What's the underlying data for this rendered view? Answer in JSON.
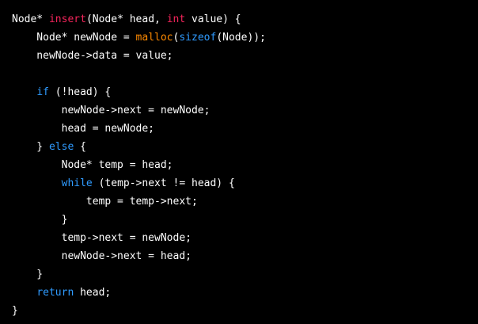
{
  "colors": {
    "background": "#000000",
    "plain": "#ffffff",
    "function_name": "#f2245a",
    "type_keyword": "#f2245a",
    "call": "#ff8a00",
    "keyword": "#2f9bff"
  },
  "lines": [
    [
      {
        "t": "plain",
        "v": "Node* "
      },
      {
        "t": "func",
        "v": "insert"
      },
      {
        "t": "plain",
        "v": "(Node* head, "
      },
      {
        "t": "type",
        "v": "int"
      },
      {
        "t": "plain",
        "v": " value) {"
      }
    ],
    [
      {
        "t": "plain",
        "v": "    Node* newNode = "
      },
      {
        "t": "call",
        "v": "malloc"
      },
      {
        "t": "plain",
        "v": "("
      },
      {
        "t": "kw",
        "v": "sizeof"
      },
      {
        "t": "plain",
        "v": "(Node));"
      }
    ],
    [
      {
        "t": "plain",
        "v": "    newNode->data = value;"
      }
    ],
    [],
    [
      {
        "t": "plain",
        "v": "    "
      },
      {
        "t": "kw",
        "v": "if"
      },
      {
        "t": "plain",
        "v": " (!head) {"
      }
    ],
    [
      {
        "t": "plain",
        "v": "        newNode->next = newNode;"
      }
    ],
    [
      {
        "t": "plain",
        "v": "        head = newNode;"
      }
    ],
    [
      {
        "t": "plain",
        "v": "    } "
      },
      {
        "t": "kw",
        "v": "else"
      },
      {
        "t": "plain",
        "v": " {"
      }
    ],
    [
      {
        "t": "plain",
        "v": "        Node* temp = head;"
      }
    ],
    [
      {
        "t": "plain",
        "v": "        "
      },
      {
        "t": "kw",
        "v": "while"
      },
      {
        "t": "plain",
        "v": " (temp->next != head) {"
      }
    ],
    [
      {
        "t": "plain",
        "v": "            temp = temp->next;"
      }
    ],
    [
      {
        "t": "plain",
        "v": "        }"
      }
    ],
    [
      {
        "t": "plain",
        "v": "        temp->next = newNode;"
      }
    ],
    [
      {
        "t": "plain",
        "v": "        newNode->next = head;"
      }
    ],
    [
      {
        "t": "plain",
        "v": "    }"
      }
    ],
    [
      {
        "t": "plain",
        "v": "    "
      },
      {
        "t": "kw",
        "v": "return"
      },
      {
        "t": "plain",
        "v": " head;"
      }
    ],
    [
      {
        "t": "plain",
        "v": "}"
      }
    ]
  ]
}
